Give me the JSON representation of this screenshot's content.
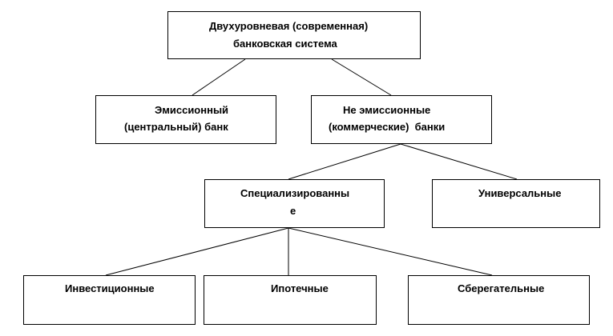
{
  "diagram": {
    "root": {
      "line1": "Двухуровневая (современная)",
      "line2": "банковская система"
    },
    "level1": {
      "emission": {
        "line1": "Эмиссионный",
        "line2": "(центральный) банк"
      },
      "non_emission": {
        "line1": "Не эмиссионные",
        "line2": "(коммерческие)  банки"
      }
    },
    "level2": {
      "specialized": {
        "line1": "Специализированны",
        "line2": "е"
      },
      "universal": {
        "line1": "Универсальные"
      }
    },
    "level3": {
      "investment": {
        "line1": "Инвестиционные"
      },
      "mortgage": {
        "line1": "Ипотечные"
      },
      "savings": {
        "line1": "Сберегательные"
      }
    }
  }
}
